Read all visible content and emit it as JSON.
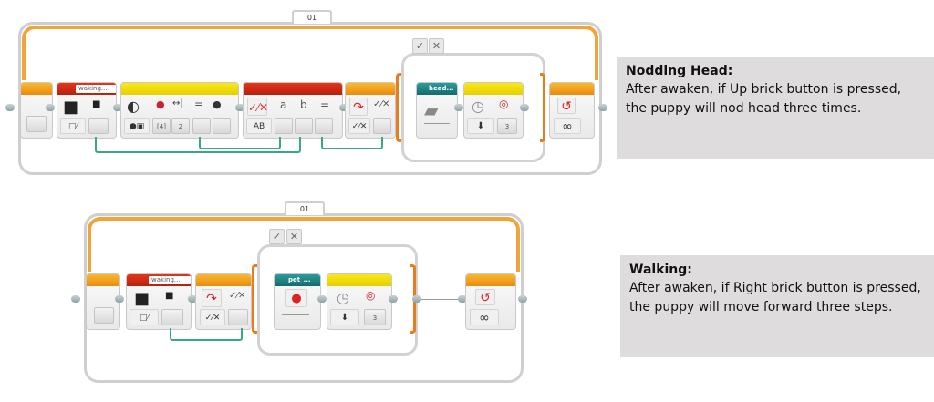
{
  "programs": [
    {
      "id": "nodding-head",
      "loop_label": "01",
      "blocks": {
        "variable_name": "waking...",
        "sensor_values": [
          "[4]",
          "2"
        ],
        "compare_inputs": [
          "a",
          "b",
          "="
        ],
        "case_labels": [
          "✓",
          "✕"
        ],
        "sub_block_name": "head...",
        "wait_count": "3",
        "loop_mode": "∞"
      }
    },
    {
      "id": "walking",
      "loop_label": "01",
      "blocks": {
        "variable_name": "waking...",
        "case_labels": [
          "✓",
          "✕"
        ],
        "sub_block_name": "pet_...",
        "wait_count": "3",
        "loop_mode": "∞"
      }
    }
  ],
  "captions": [
    {
      "title": "Nodding Head:",
      "body": "After awaken, if Up brick button is pressed, the puppy will nod head three times."
    },
    {
      "title": "Walking:",
      "body": "After awaken, if Right brick button is pressed, the puppy will move forward three steps."
    }
  ],
  "icons": {
    "briefcase": "💼",
    "small_briefcase": "■",
    "loop_arrow": "↻",
    "switch_arrow": "↷",
    "logic": "⁄",
    "equals": "=",
    "timer": "⏱",
    "download": "⬇",
    "infinity": "∞"
  },
  "colors": {
    "loop_orange": "#f2a33a",
    "variable_red": "#d42b14",
    "sensor_yellow": "#f2de0a",
    "myblock_teal": "#1f8383",
    "wire_green": "#3aa787"
  }
}
